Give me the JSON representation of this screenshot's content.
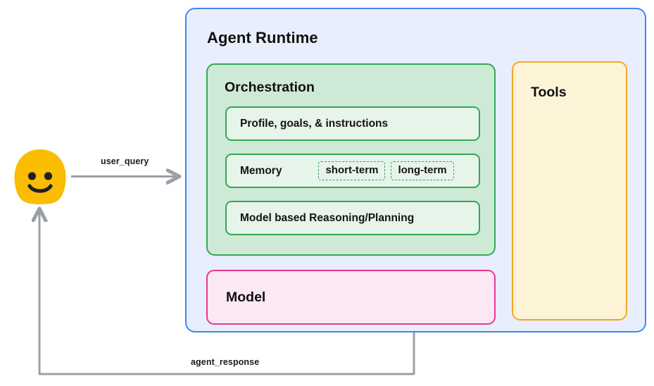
{
  "diagram": {
    "title": "Agent Runtime architecture diagram",
    "colors": {
      "runtime_border": "#4285f4",
      "runtime_fill": "#e8eefc",
      "orchestration_border": "#34a853",
      "orchestration_fill": "#ceead6",
      "orchestration_row_fill": "#e6f4ea",
      "model_border": "#e8388f",
      "model_fill": "#fce8f3",
      "tools_border": "#f5a623",
      "tools_fill": "#fdf4d8",
      "connector": "#9aa0a6",
      "avatar": "#fbbc04",
      "avatar_face": "#202124"
    }
  },
  "actor": {
    "icon": "user-blob-emoji",
    "name": "user"
  },
  "connectors": {
    "user_query": {
      "label": "user_query",
      "from": "user",
      "to": "agent-runtime",
      "direction": "right"
    },
    "agent_response": {
      "label": "agent_response",
      "from": "agent-runtime",
      "to": "user",
      "direction": "up"
    }
  },
  "runtime": {
    "title": "Agent Runtime",
    "orchestration": {
      "title": "Orchestration",
      "rows": [
        {
          "label": "Profile, goals, & instructions",
          "chips": []
        },
        {
          "label": "Memory",
          "chips": [
            "short-term",
            "long-term"
          ]
        },
        {
          "label": "Model based Reasoning/Planning",
          "chips": []
        }
      ]
    },
    "model": {
      "title": "Model"
    },
    "tools": {
      "title": "Tools"
    }
  }
}
